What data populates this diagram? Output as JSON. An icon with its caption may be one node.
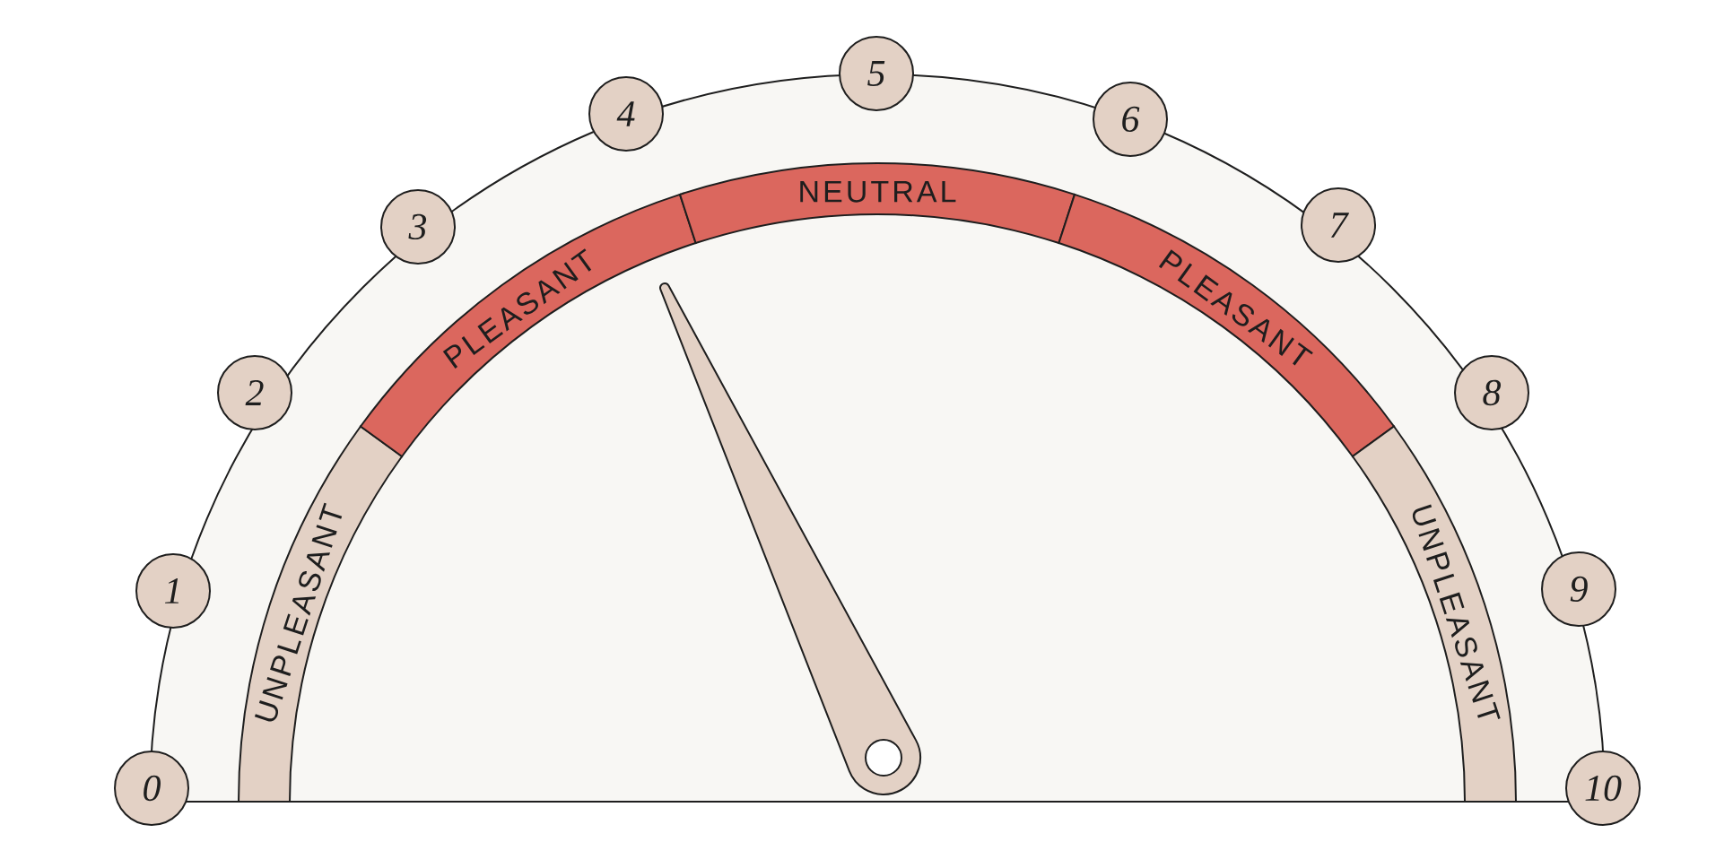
{
  "diagram": {
    "nodes": [
      {
        "text": [
          "0"
        ]
      },
      {
        "text": [
          "1"
        ]
      },
      {
        "text": [
          "2"
        ]
      },
      {
        "text": [
          "3"
        ]
      },
      {
        "text": [
          "4"
        ]
      },
      {
        "text": [
          "5"
        ]
      },
      {
        "text": [
          "6"
        ]
      },
      {
        "text": [
          "7"
        ]
      },
      {
        "text": [
          "8"
        ]
      },
      {
        "text": [
          "9"
        ]
      },
      {
        "text": [
          "10"
        ]
      },
      {
        "text": [
          "UNPLEASANT"
        ]
      },
      {
        "text": [
          "PLEASANT"
        ]
      },
      {
        "text": [
          "NEUTRAL"
        ]
      },
      {
        "text": [
          "PLEASANT"
        ]
      },
      {
        "text": [
          "UNPLEASANT"
        ]
      }
    ]
  }
}
